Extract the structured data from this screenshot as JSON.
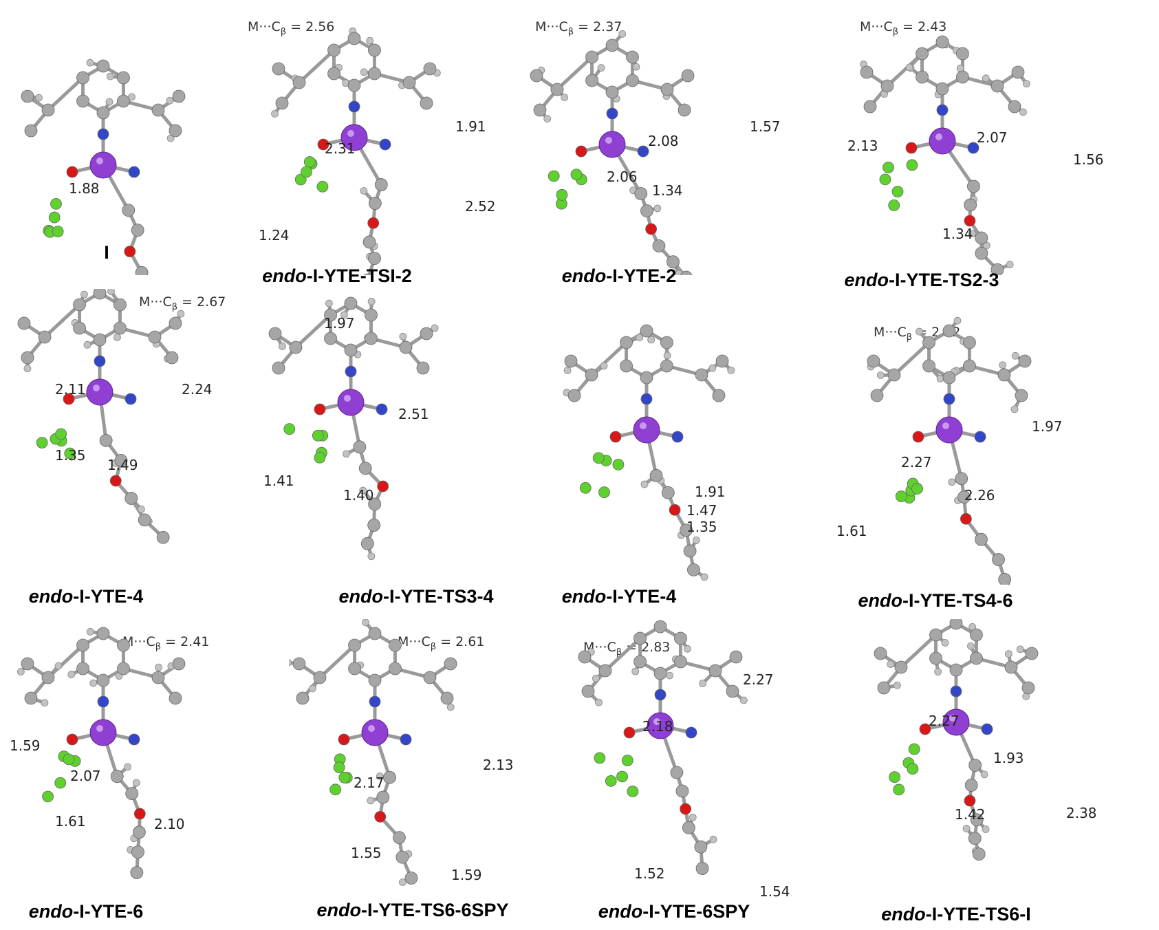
{
  "structures": [
    {
      "id": "I",
      "label_prefix": "",
      "label_rest": "I",
      "mcb": "",
      "distances": [
        "1.88"
      ]
    },
    {
      "id": "TSI-2",
      "label_prefix": "endo",
      "label_rest": "-I-YTE-TSI-2",
      "mcb": "2.56",
      "distances": [
        "2.31",
        "1.91",
        "2.52",
        "1.24"
      ]
    },
    {
      "id": "YTE-2",
      "label_prefix": "endo",
      "label_rest": "-I-YTE-2",
      "mcb": "2.37",
      "distances": [
        "2.08",
        "1.57",
        "2.06",
        "1.34"
      ]
    },
    {
      "id": "TS2-3",
      "label_prefix": "endo",
      "label_rest": "-I-YTE-TS2-3",
      "mcb": "2.43",
      "distances": [
        "2.13",
        "2.07",
        "1.56",
        "1.34"
      ]
    },
    {
      "id": "YTE-4a",
      "label_prefix": "endo",
      "label_rest": "-I-YTE-4",
      "mcb": "2.67",
      "distances": [
        "2.11",
        "2.24",
        "1.35",
        "1.49"
      ]
    },
    {
      "id": "TS3-4",
      "label_prefix": "endo",
      "label_rest": "-I-YTE-TS3-4",
      "mcb": "",
      "distances": [
        "1.97",
        "2.51",
        "1.41",
        "1.40"
      ]
    },
    {
      "id": "YTE-4b",
      "label_prefix": "endo",
      "label_rest": "-I-YTE-4",
      "mcb": "",
      "distances": [
        "1.91",
        "1.47",
        "1.35"
      ]
    },
    {
      "id": "TS4-6",
      "label_prefix": "endo",
      "label_rest": "-I-YTE-TS4-6",
      "mcb": "2.52",
      "distances": [
        "1.97",
        "2.27",
        "2.26",
        "1.61"
      ]
    },
    {
      "id": "YTE-6",
      "label_prefix": "endo",
      "label_rest": "-I-YTE-6",
      "mcb": "2.41",
      "distances": [
        "1.59",
        "2.07",
        "1.61",
        "2.10"
      ]
    },
    {
      "id": "TS6-6SPY",
      "label_prefix": "endo",
      "label_rest": "-I-YTE-TS6-6SPY",
      "mcb": "2.61",
      "distances": [
        "2.13",
        "2.17",
        "1.55",
        "1.59"
      ]
    },
    {
      "id": "YTE-6SPY",
      "label_prefix": "endo",
      "label_rest": "-I-YTE-6SPY",
      "mcb": "2.83",
      "distances": [
        "2.27",
        "2.18",
        "1.52",
        "1.54"
      ]
    },
    {
      "id": "TS6-I",
      "label_prefix": "endo",
      "label_rest": "-I-YTE-TS6-I",
      "mcb": "",
      "distances": [
        "2.27",
        "1.93",
        "1.42",
        "2.38"
      ]
    }
  ],
  "mcb_text": {
    "prefix": "M···C",
    "sub": "β",
    "eq": " = "
  },
  "colors": {
    "carbon": "#a6a6a6",
    "hydrogen": "#c2c2c2",
    "nitrogen": "#3346c8",
    "oxygen": "#d81818",
    "fluorine": "#5fd12e",
    "metal": "#8f3fd1",
    "bond": "#9a9a9a"
  }
}
